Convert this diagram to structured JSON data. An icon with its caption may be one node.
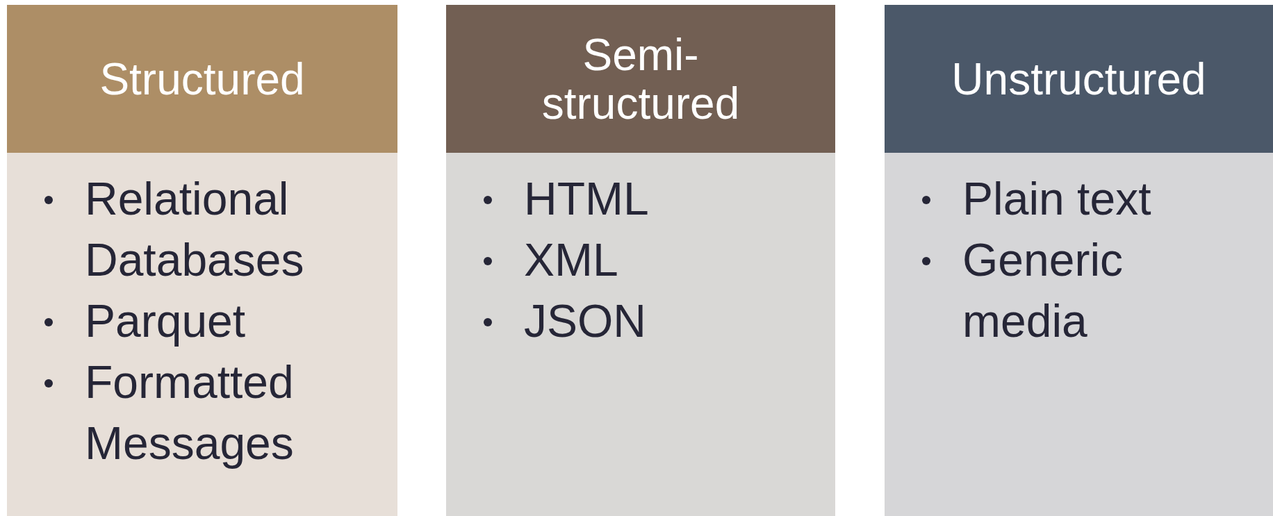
{
  "diagram": {
    "nodes": [
      {
        "text": [
          "Structured"
        ]
      },
      {
        "text": [
          "Relational Databases",
          "Parquet",
          "Formatted Messages"
        ]
      },
      {
        "text": [
          "Semi-structured"
        ]
      },
      {
        "text": [
          "HTML",
          "XML",
          "JSON"
        ]
      },
      {
        "text": [
          "Unstructured"
        ]
      },
      {
        "text": [
          "Plain text",
          "Generic media"
        ]
      }
    ],
    "edges": []
  }
}
